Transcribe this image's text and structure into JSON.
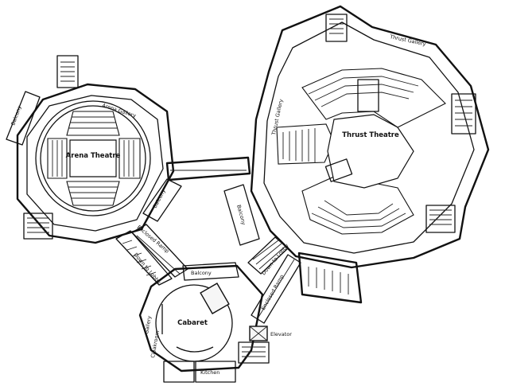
{
  "labels": {
    "arena_theatre": "Arena Theatre",
    "arena_gallery": "Arena Gallery",
    "thrust_theatre": "Thrust Theatre",
    "thrust_gallery": "Thrust Gallery",
    "cabaret": "Cabaret",
    "balcony": "Balcony",
    "enclosed_ramp": "Enclosed Ramp",
    "down_to_lobby": "Down to Lobby",
    "gallery": "Gallery",
    "cloakroom": "Cloakroom",
    "elevator": "Elevator",
    "kitchen": "Kitchen"
  }
}
